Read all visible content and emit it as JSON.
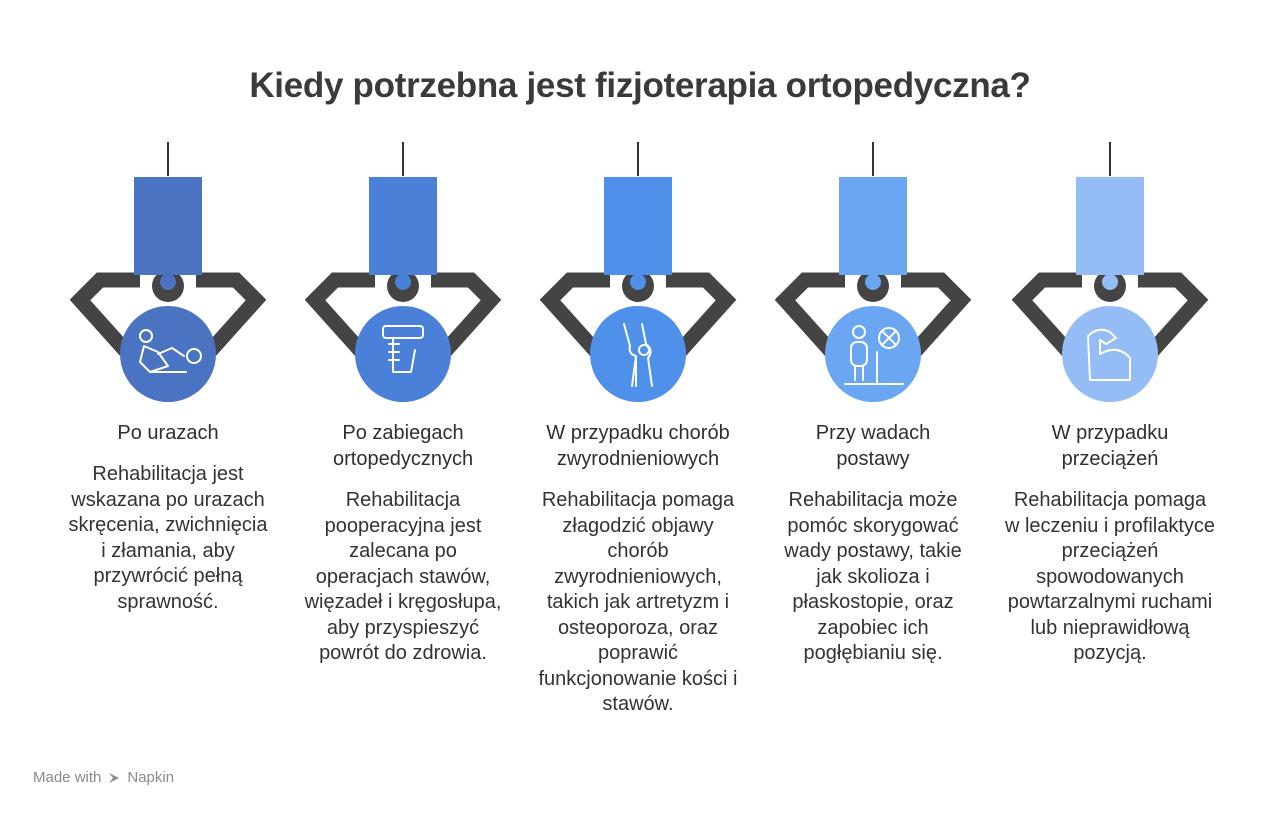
{
  "title": "Kiedy potrzebna jest fizjoterapia ortopedyczna?",
  "footer": {
    "made_with": "Made with",
    "brand": "Napkin"
  },
  "steps": [
    {
      "heading": "Po urazach",
      "description": "Rehabilitacja jest wskazana po urazach skręcenia, zwichnięcia i złamania, aby przywrócić pełną sprawność.",
      "color": "#4a74c2",
      "icon": "injured-person-icon"
    },
    {
      "heading": "Po zabiegach ortopedycznych",
      "description": "Rehabilitacja pooperacyjna jest zalecana po operacjach stawów, więzadeł i kręgosłupa, aby przyspieszyć powrót do zdrowia.",
      "color": "#4a80d8",
      "icon": "hand-grip-icon"
    },
    {
      "heading": "W przypadku chorób zwyrodnieniowych",
      "description": "Rehabilitacja pomaga złagodzić objawy chorób zwyrodnieniowych, takich jak artretyzm i osteoporoza, oraz poprawić funkcjonowanie kości i stawów.",
      "color": "#4e90ea",
      "icon": "knee-joint-icon"
    },
    {
      "heading": "Przy wadach postawy",
      "description": "Rehabilitacja może pomóc skorygować wady postawy, takie jak skolioza i płaskostopie, oraz zapobiec ich pogłębianiu się.",
      "color": "#6aa6f2",
      "icon": "posture-icon"
    },
    {
      "heading": "W przypadku przeciążeń",
      "description": "Rehabilitacja pomaga w leczeniu i profilaktyce przeciążeń spowodowanych powtarzalnymi ruchami lub nieprawidłową pozycją.",
      "color": "#94bdf6",
      "icon": "flexed-arm-icon"
    }
  ]
}
